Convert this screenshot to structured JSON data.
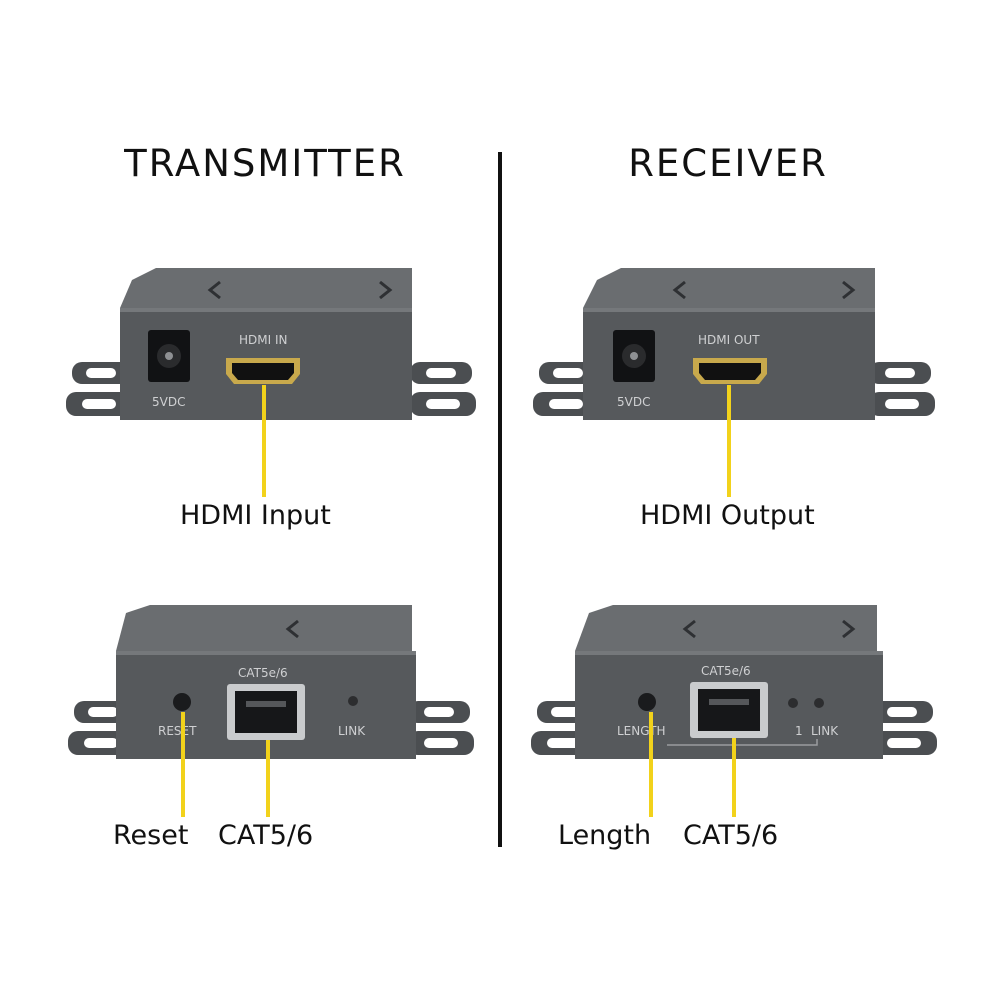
{
  "headings": {
    "transmitter": "TRANSMITTER",
    "receiver": "RECEIVER"
  },
  "tx_front": {
    "power_label": "5VDC",
    "port_label": "HDMI IN",
    "callout": "HDMI Input"
  },
  "rx_front": {
    "power_label": "5VDC",
    "port_label": "HDMI OUT",
    "callout": "HDMI Output"
  },
  "tx_back": {
    "button_label": "RESET",
    "port_label": "CAT5e/6",
    "led_label": "LINK",
    "callouts": {
      "button": "Reset",
      "port": "CAT5/6"
    }
  },
  "rx_back": {
    "button_label": "LENGTH",
    "port_label": "CAT5e/6",
    "led_left_label": "1",
    "led_right_label": "LINK",
    "callouts": {
      "button": "Length",
      "port": "CAT5/6"
    }
  },
  "colors": {
    "leader": "#f2d21b",
    "device_body": "#56595c",
    "device_top": "#6a6d70",
    "background": "#ffffff"
  }
}
